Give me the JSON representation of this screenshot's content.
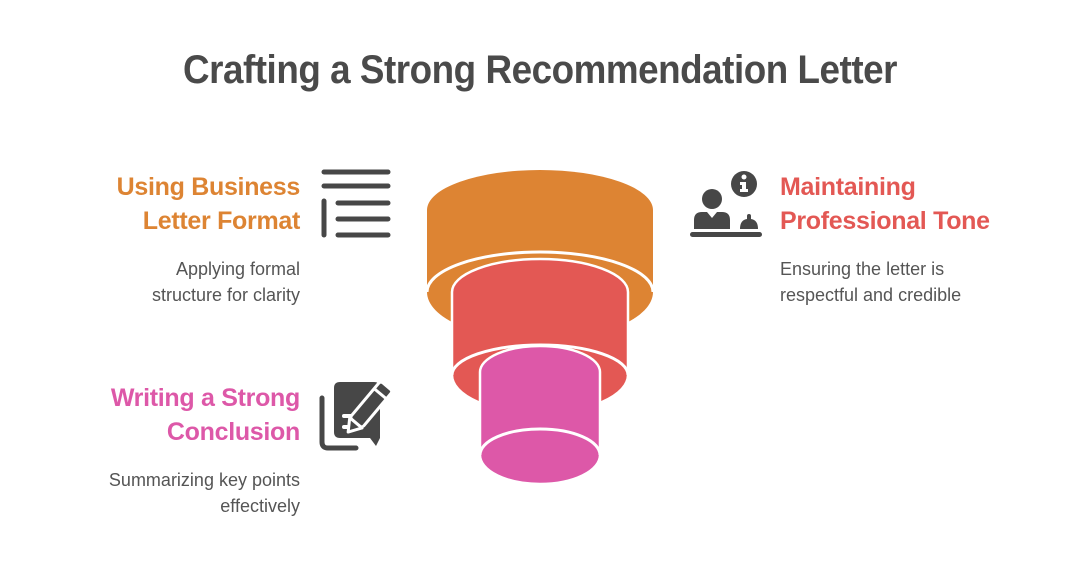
{
  "title": "Crafting a Strong Recommendation Letter",
  "colors": {
    "title": "#4a4a4a",
    "orange": "#dd8433",
    "red": "#e35854",
    "pink": "#dd58a8",
    "icon": "#474747",
    "description": "#555555"
  },
  "items": [
    {
      "heading": [
        "Using Business",
        "Letter Format"
      ],
      "description": [
        "Applying formal",
        "structure for clarity"
      ],
      "icon": "list-format-icon",
      "color": "#dd8433",
      "layer": "outer"
    },
    {
      "heading": [
        "Maintaining",
        "Professional Tone"
      ],
      "description": [
        "Ensuring the letter is",
        "respectful and credible"
      ],
      "icon": "reception-info-icon",
      "color": "#e35854",
      "layer": "middle"
    },
    {
      "heading": [
        "Writing a Strong",
        "Conclusion"
      ],
      "description": [
        "Summarizing key points",
        "effectively"
      ],
      "icon": "document-edit-icon",
      "color": "#dd58a8",
      "layer": "inner"
    }
  ]
}
